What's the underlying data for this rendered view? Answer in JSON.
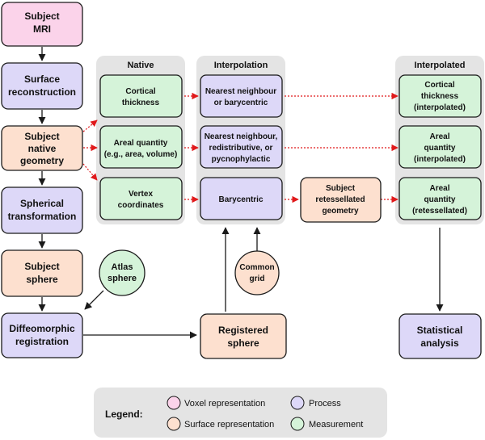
{
  "colors": {
    "voxel": "#fbd3ea",
    "surface": "#fde0cf",
    "process": "#ddd8f8",
    "measurement": "#d5f3d9",
    "panel": "#e4e4e4",
    "arrow_dotted": "#e0191b",
    "stroke": "#1a1a1a"
  },
  "panels": {
    "native": "Native",
    "interpolation": "Interpolation",
    "interpolated": "Interpolated"
  },
  "nodes": {
    "subject_mri": [
      "Subject",
      "MRI"
    ],
    "surface_reconstruction": [
      "Surface",
      "reconstruction"
    ],
    "subject_native_geometry": [
      "Subject",
      "native",
      "geometry"
    ],
    "spherical_transformation": [
      "Spherical",
      "transformation"
    ],
    "subject_sphere": [
      "Subject",
      "sphere"
    ],
    "diffeomorphic_registration": [
      "Diffeomorphic",
      "registration"
    ],
    "atlas_sphere": [
      "Atlas",
      "sphere"
    ],
    "cortical_thickness": [
      "Cortical",
      "thickness"
    ],
    "areal_quantity": [
      "Areal quantity",
      "(e.g., area, volume)"
    ],
    "vertex_coordinates": [
      "Vertex",
      "coordinates"
    ],
    "nearest_or_barycentric": [
      "Nearest neighbour",
      "or barycentric"
    ],
    "nearest_redistributive": [
      "Nearest neighbour,",
      "redistributive, or",
      "pycnophylactic"
    ],
    "barycentric": [
      "Barycentric"
    ],
    "common_grid": [
      "Common",
      "grid"
    ],
    "registered_sphere": [
      "Registered",
      "sphere"
    ],
    "subject_retessellated_geometry": [
      "Subject",
      "retessellated",
      "geometry"
    ],
    "cortical_thickness_interpolated": [
      "Cortical",
      "thickness",
      "(interpolated)"
    ],
    "areal_quantity_interpolated": [
      "Areal",
      "quantity",
      "(interpolated)"
    ],
    "areal_quantity_retessellated": [
      "Areal",
      "quantity",
      "(retessellated)"
    ],
    "statistical_analysis": [
      "Statistical",
      "analysis"
    ]
  },
  "legend": {
    "title": "Legend:",
    "voxel": "Voxel representation",
    "surface": "Surface representation",
    "process": "Process",
    "measurement": "Measurement"
  }
}
